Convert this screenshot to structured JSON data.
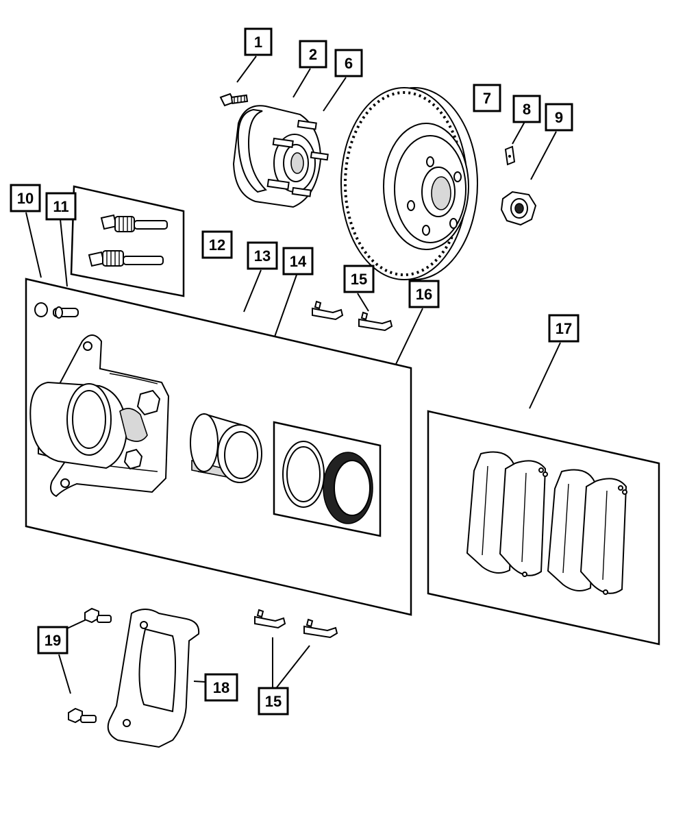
{
  "callouts": [
    {
      "id": "c1",
      "text": "1"
    },
    {
      "id": "c2",
      "text": "2"
    },
    {
      "id": "c6",
      "text": "6"
    },
    {
      "id": "c7",
      "text": "7"
    },
    {
      "id": "c8",
      "text": "8"
    },
    {
      "id": "c9",
      "text": "9"
    },
    {
      "id": "c10",
      "text": "10"
    },
    {
      "id": "c11",
      "text": "11"
    },
    {
      "id": "c12",
      "text": "12"
    },
    {
      "id": "c13",
      "text": "13"
    },
    {
      "id": "c14",
      "text": "14"
    },
    {
      "id": "c15a",
      "text": "15"
    },
    {
      "id": "c16",
      "text": "16"
    },
    {
      "id": "c17",
      "text": "17"
    },
    {
      "id": "c18",
      "text": "18"
    },
    {
      "id": "c19",
      "text": "19"
    },
    {
      "id": "c15b",
      "text": "15"
    }
  ]
}
